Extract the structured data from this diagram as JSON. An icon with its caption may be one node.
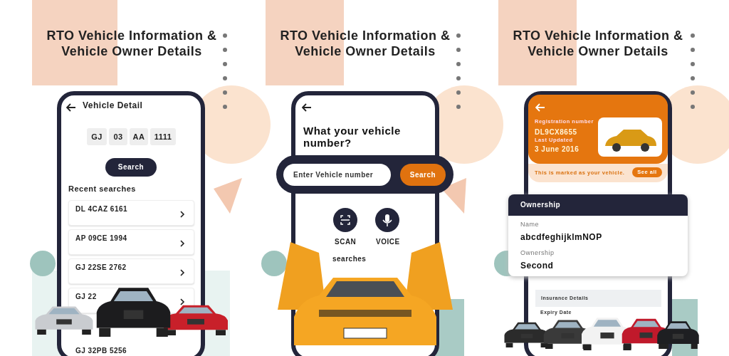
{
  "diagram": {
    "labels": [
      "RTO Vehicle Information & Vehicle Owner Details",
      "RTO Vehicle Information & Vehicle Owner Details",
      "RTO Vehicle Information & Vehicle Owner Details",
      "Vehicle Detail",
      "GJ",
      "03",
      "AA",
      "1111",
      "Search",
      "Recent searches",
      "DL 4CAZ 6161",
      "AP 09CE 1994",
      "GJ 22SE 2762",
      "GJ 22",
      "GJ 32PB 5256",
      "What your vehicle number?",
      "Enter Vehicle number",
      "Search",
      "SCAN",
      "VOICE",
      "searches",
      "Registration number",
      "DL9CX8655",
      "Last Updated",
      "3 June 2016",
      "This is marked as your vehicle.",
      "See all",
      "Ownership",
      "Name",
      "abcdfeghijklmNOP",
      "Ownership",
      "Second",
      "Insurance Details",
      "Expiry Date"
    ]
  }
}
